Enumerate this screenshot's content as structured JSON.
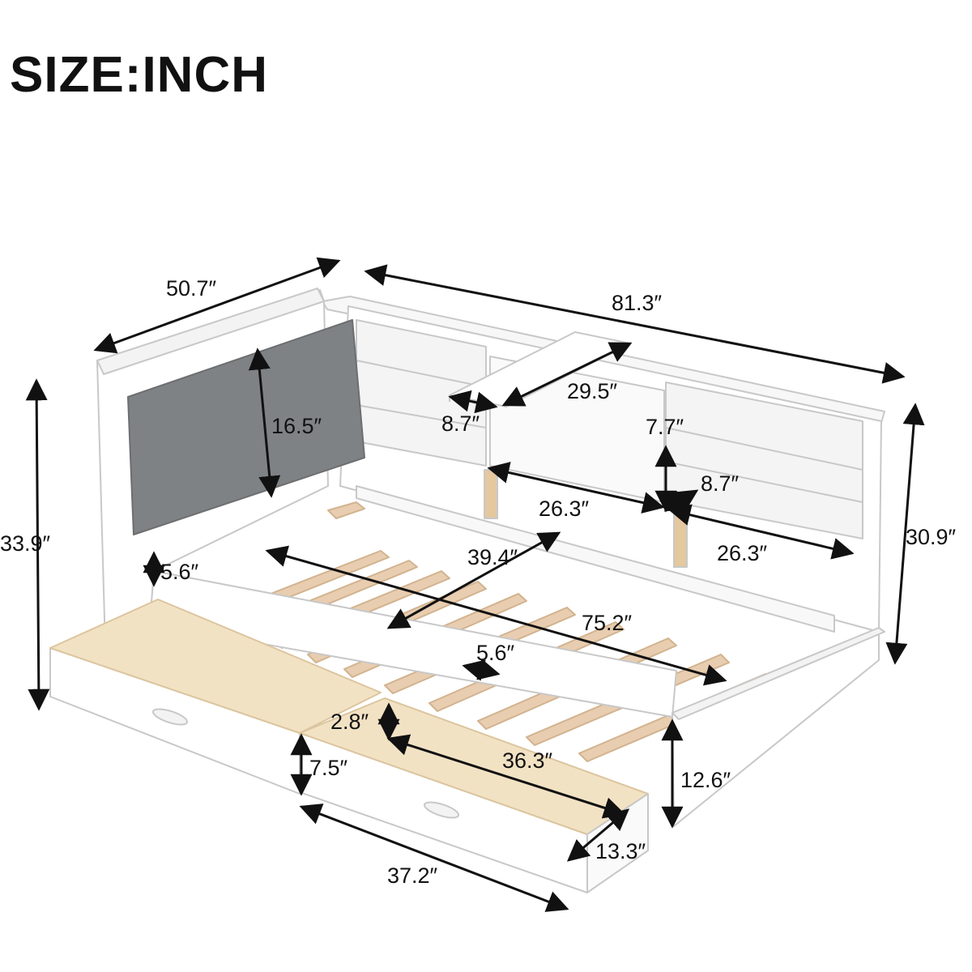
{
  "title": "SIZE:INCH",
  "dimensions": {
    "depth": "50.7″",
    "length": "81.3″",
    "total_height_left": "33.9″",
    "total_height_right": "30.9″",
    "cushion_height": "16.5″",
    "table_length": "29.5″",
    "table_width": "8.7″",
    "shelf_height_top": "7.7″",
    "shelf_height_lower": "8.7″",
    "shelf_width_mid": "26.3″",
    "shelf_width_right": "26.3″",
    "mattress_width": "39.4″",
    "mattress_length": "75.2″",
    "side_rail_gap": "5.6″",
    "slat_gap": "5.6″",
    "drawer_inner_depth": "2.8″",
    "drawer_inner_length": "36.3″",
    "drawer_height": "7.5″",
    "footboard_height": "12.6″",
    "drawer_width": "13.3″",
    "drawer_length": "37.2″"
  },
  "colors": {
    "frame": "#ffffff",
    "outline": "#c8c8c8",
    "cushion": "#7f8285",
    "slat": "#e8cdb0",
    "drawer_inside": "#f2e2c4",
    "text": "#111111"
  }
}
